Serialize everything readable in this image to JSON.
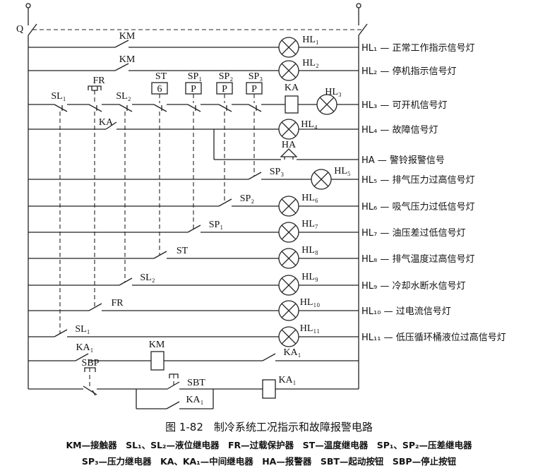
{
  "switch_label": "Q",
  "rows": [
    {
      "id": "hl1",
      "lamp": "HL₁",
      "desc": "HL₁ — 正常工作指示信号灯",
      "contact": "KM"
    },
    {
      "id": "hl2",
      "lamp": "HL₂",
      "desc": "HL₂ — 停机指示信号灯",
      "contact": "KM"
    },
    {
      "id": "hl3",
      "lamp": "HL₃",
      "desc": "HL₃ — 可开机信号灯",
      "coil": "KA"
    },
    {
      "id": "hl4",
      "lamp": "HL₄",
      "desc": "HL₄ — 故障信号灯",
      "contact": "KA"
    },
    {
      "id": "ha",
      "lamp": "HA",
      "desc": "HA — 警铃报警信号"
    },
    {
      "id": "hl5",
      "lamp": "HL₅",
      "desc": "HL₅ — 排气压力过高信号灯",
      "contact": "SP₃"
    },
    {
      "id": "hl6",
      "lamp": "HL₆",
      "desc": "HL₆ — 吸气压力过低信号灯",
      "contact": "SP₂"
    },
    {
      "id": "hl7",
      "lamp": "HL₇",
      "desc": "HL₇ — 油压差过低信号灯",
      "contact": "SP₁"
    },
    {
      "id": "hl8",
      "lamp": "HL₈",
      "desc": "HL₈ — 排气温度过高信号灯",
      "contact": "ST"
    },
    {
      "id": "hl9",
      "lamp": "HL₉",
      "desc": "HL₉ — 冷却水断水信号灯",
      "contact": "SL₂"
    },
    {
      "id": "hl10",
      "lamp": "HL₁₀",
      "desc": "HL₁₀ — 过电流信号灯",
      "contact": "FR"
    },
    {
      "id": "hl11",
      "lamp": "HL₁₁",
      "desc": "HL₁₁ — 低压循环桶液位过高信号灯",
      "contact": "SL₁"
    }
  ],
  "protection_contacts": [
    {
      "label": "SL₁"
    },
    {
      "label": "FR"
    },
    {
      "label": "SL₂"
    },
    {
      "label": "ST",
      "box": "6"
    },
    {
      "label": "SP₁",
      "box": "P"
    },
    {
      "label": "SP₂",
      "box": "P"
    },
    {
      "label": "SP₃",
      "box": "P"
    }
  ],
  "control": {
    "km_row": {
      "contact_left": "KA₁",
      "coil": "KM",
      "contact_right": "KA₁"
    },
    "ka1_row": {
      "stop_button": "SBP",
      "start_button": "SBT",
      "hold_contact": "KA₁",
      "coil": "KA₁"
    }
  },
  "caption": {
    "title": "图 1-82　制冷系统工况指示和故障报警电路",
    "legend_line1": "KM—接触器　SL₁、SL₂—液位继电器　FR—过载保护器　ST—温度继电器　SP₁、SP₂—压差继电器",
    "legend_line2": "SP₃—压力继电器　KA、KA₁—中间继电器　HA—报警器　SBT—起动按钮　SBP—停止按钮"
  }
}
